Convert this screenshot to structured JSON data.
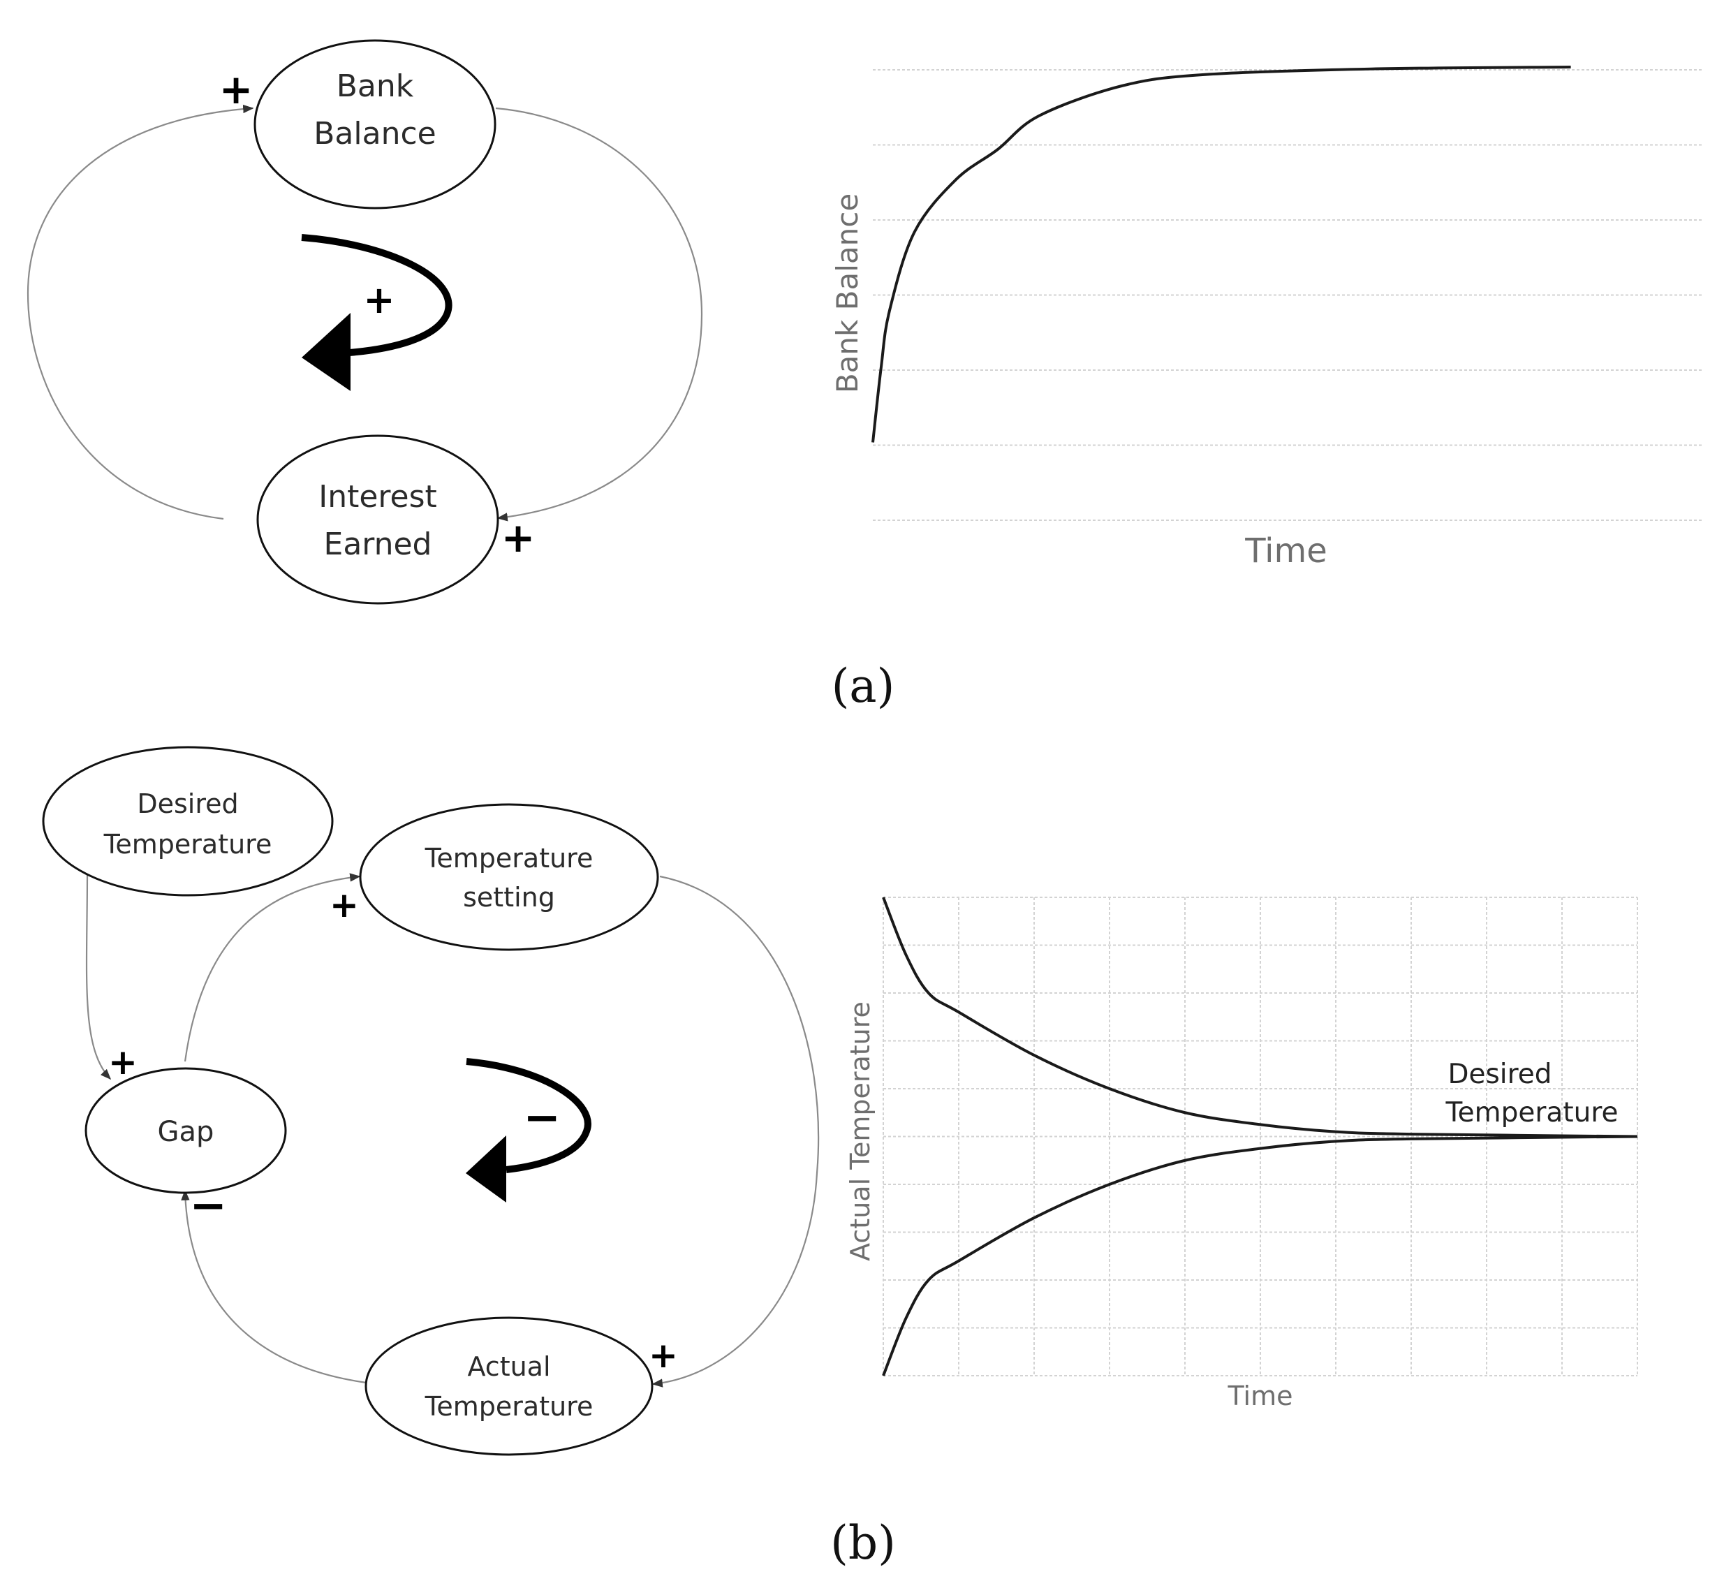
{
  "diagram_a": {
    "nodes": {
      "bank_balance": [
        "Bank",
        "Balance"
      ],
      "interest_earned": [
        "Interest",
        "Earned"
      ]
    },
    "link_signs": {
      "to_bank_balance": "+",
      "to_interest_earned": "+"
    },
    "loop_polarity": "+"
  },
  "chart_a": {
    "type": "line",
    "ylabel": "Bank Balance",
    "xlabel": "Time",
    "gridlines": 7,
    "series": [
      {
        "points": [
          [
            0,
            0.0
          ],
          [
            0.01,
            0.2
          ],
          [
            0.02,
            0.35
          ],
          [
            0.05,
            0.56
          ],
          [
            0.1,
            0.7
          ],
          [
            0.15,
            0.78
          ],
          [
            0.2,
            0.87
          ],
          [
            0.3,
            0.95
          ],
          [
            0.4,
            0.98
          ],
          [
            0.6,
            0.995
          ],
          [
            0.84,
            1.0
          ]
        ]
      }
    ]
  },
  "panel_labels": {
    "a": "(a)",
    "b": "(b)"
  },
  "diagram_b": {
    "nodes": {
      "desired_temperature": [
        "Desired",
        "Temperature"
      ],
      "temperature_setting": [
        "Temperature",
        "setting"
      ],
      "gap": [
        "Gap"
      ],
      "actual_temperature": [
        "Actual",
        "Temperature"
      ]
    },
    "link_signs": {
      "to_temperature_setting": "+",
      "to_gap_from_desired": "+",
      "to_gap_from_actual": "−",
      "to_actual_temperature": "+"
    },
    "loop_polarity": "−"
  },
  "chart_b": {
    "type": "line",
    "ylabel": "Actual Temperature",
    "xlabel": "Time",
    "annotation": [
      "Desired",
      "Temperature"
    ],
    "grid": {
      "cols": 10,
      "rows": 10
    },
    "series": [
      {
        "points": [
          [
            0,
            1.0
          ],
          [
            0.03,
            0.88
          ],
          [
            0.06,
            0.8
          ],
          [
            0.1,
            0.76
          ],
          [
            0.2,
            0.67
          ],
          [
            0.3,
            0.6
          ],
          [
            0.4,
            0.55
          ],
          [
            0.5,
            0.525
          ],
          [
            0.6,
            0.51
          ],
          [
            0.7,
            0.505
          ],
          [
            1.0,
            0.5
          ]
        ]
      },
      {
        "points": [
          [
            0,
            0.0
          ],
          [
            0.03,
            0.12
          ],
          [
            0.06,
            0.2
          ],
          [
            0.1,
            0.24
          ],
          [
            0.2,
            0.33
          ],
          [
            0.3,
            0.4
          ],
          [
            0.4,
            0.45
          ],
          [
            0.5,
            0.475
          ],
          [
            0.6,
            0.49
          ],
          [
            0.7,
            0.495
          ],
          [
            1.0,
            0.5
          ]
        ]
      }
    ]
  }
}
